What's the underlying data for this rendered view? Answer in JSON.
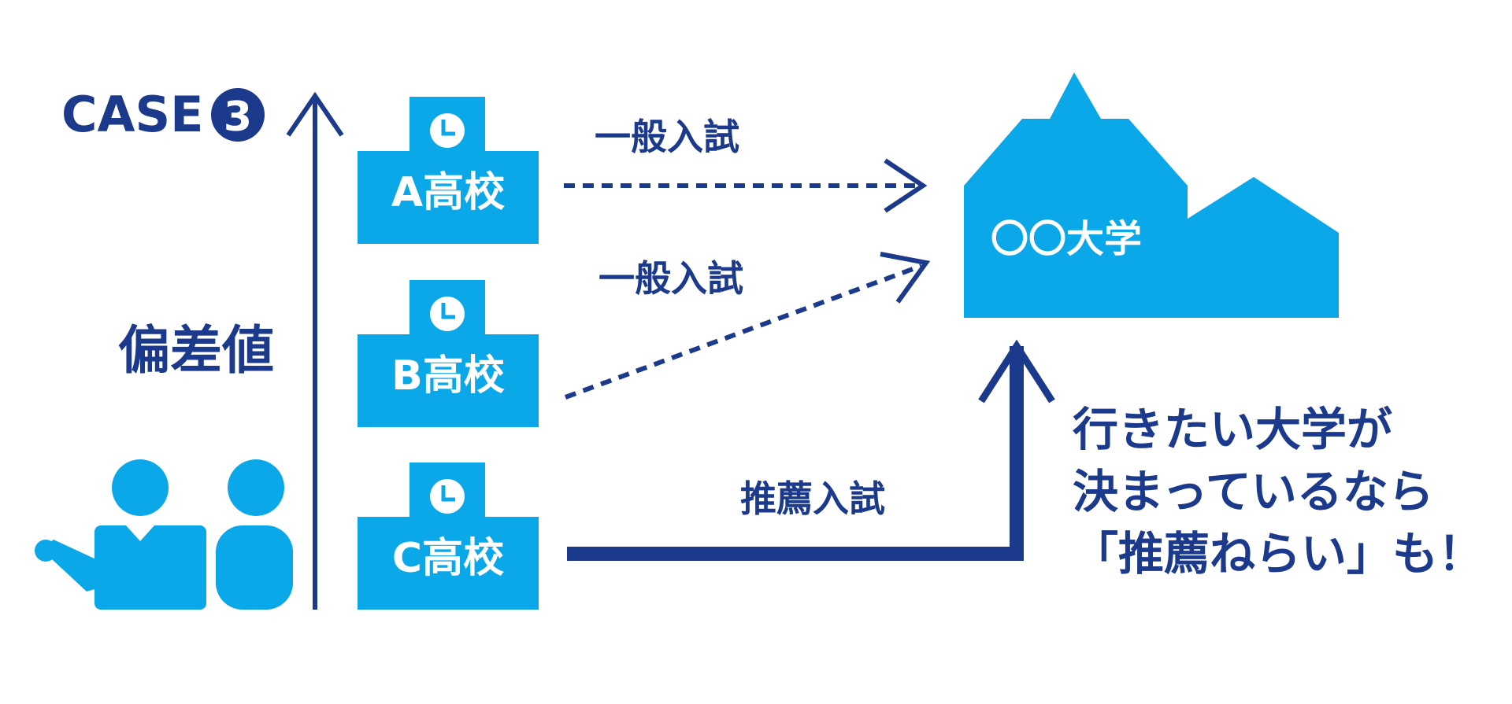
{
  "case_label": {
    "text": "CASE",
    "number": "3"
  },
  "axis_label": "偏差値",
  "schools": [
    {
      "label": "A高校"
    },
    {
      "label": "B高校"
    },
    {
      "label": "C高校"
    }
  ],
  "routes": [
    {
      "label": "一般入試",
      "style": "dashed"
    },
    {
      "label": "一般入試",
      "style": "dashed"
    },
    {
      "label": "推薦入試",
      "style": "solid"
    }
  ],
  "university": {
    "label": "〇〇大学"
  },
  "message": {
    "lines": [
      "行きたい大学が",
      "決まっているなら",
      "「推薦ねらい」も！"
    ]
  },
  "colors": {
    "navy": "#1b3a8c",
    "blue": "#0aa8e8",
    "white": "#ffffff"
  }
}
